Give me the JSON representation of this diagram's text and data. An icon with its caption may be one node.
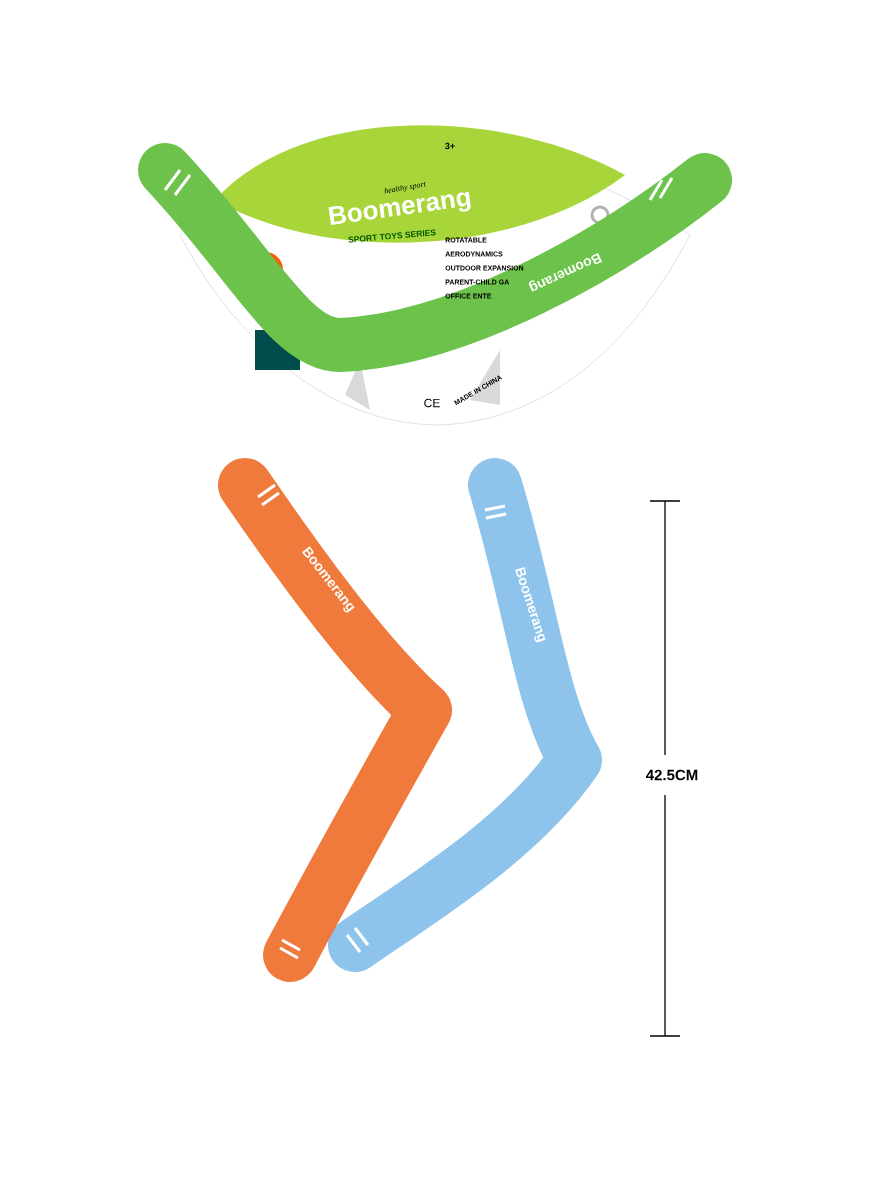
{
  "diagram": {
    "labels": [
      "3+",
      "healthy sport",
      "Boomerang",
      "SPORT TOYS SERIES",
      "ROTATABLE",
      "AERODYNAMICS",
      "OUTDOOR EXPANSION",
      "PARENT-CHILD GA",
      "OFFICE ENTE",
      "Boomerang",
      "CE",
      "MADE IN CHINA",
      "Boomerang",
      "Boomerang",
      "42.5CM"
    ]
  }
}
